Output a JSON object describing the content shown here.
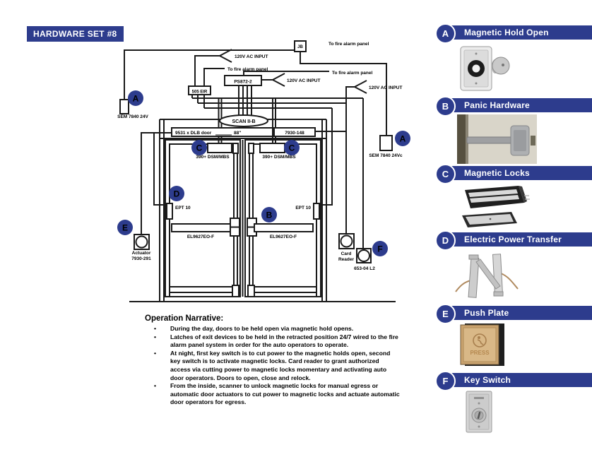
{
  "title": "HARDWARE SET #8",
  "colors": {
    "blue": "#2d3c8d",
    "line": "#1a1a1a"
  },
  "diagram": {
    "jb": "JB",
    "ps872": "PS872-2",
    "eir": "505 EIR",
    "scan": "SCAN II-B",
    "door_header": "9531 x DLB door",
    "door_width": "88\"",
    "operator": "7930-148",
    "ac_input": "120V AC INPUT",
    "fire_panel": "To fire alarm panel",
    "sem_left": "SEM 7840 24V",
    "sem_right": "SEM 7840 24Vc",
    "mag_lock": "390+ DSM/MBS",
    "ept": "EPT 10",
    "exit_device": "EL9627EO-F",
    "actuator_label1": "Actuator",
    "actuator_label2": "7930-291",
    "card_label1": "Card",
    "card_label2": "Reader",
    "key_switch_label": "653-04 L2",
    "callouts": {
      "a": "A",
      "b": "B",
      "c": "C",
      "d": "D",
      "e": "E",
      "f": "F"
    }
  },
  "narrative": {
    "heading": "Operation Narrative:",
    "bullets": [
      "During the day, doors to be held open via magnetic hold opens.",
      "Latches of exit devices to be held in the retracted position 24/7 wired to the fire alarm panel system in order for the auto operators to operate.",
      "At night, first key switch is to cut power to the magnetic holds open, second key switch is to activate magnetic locks. Card reader to grant authorized access via cutting power to magnetic locks momentary and activating auto door operators. Doors to open, close and relock.",
      "From the inside, scanner to unlock magnetic locks for manual egress or automatic door actuators to cut power to magnetic locks and actuate automatic door operators for egress."
    ]
  },
  "legend": {
    "items": [
      {
        "letter": "A",
        "label": "Magnetic Hold Open"
      },
      {
        "letter": "B",
        "label": "Panic Hardware"
      },
      {
        "letter": "C",
        "label": "Magnetic Locks"
      },
      {
        "letter": "D",
        "label": "Electric Power Transfer"
      },
      {
        "letter": "E",
        "label": "Push Plate"
      },
      {
        "letter": "F",
        "label": "Key Switch"
      }
    ],
    "press_label": "PRESS"
  }
}
